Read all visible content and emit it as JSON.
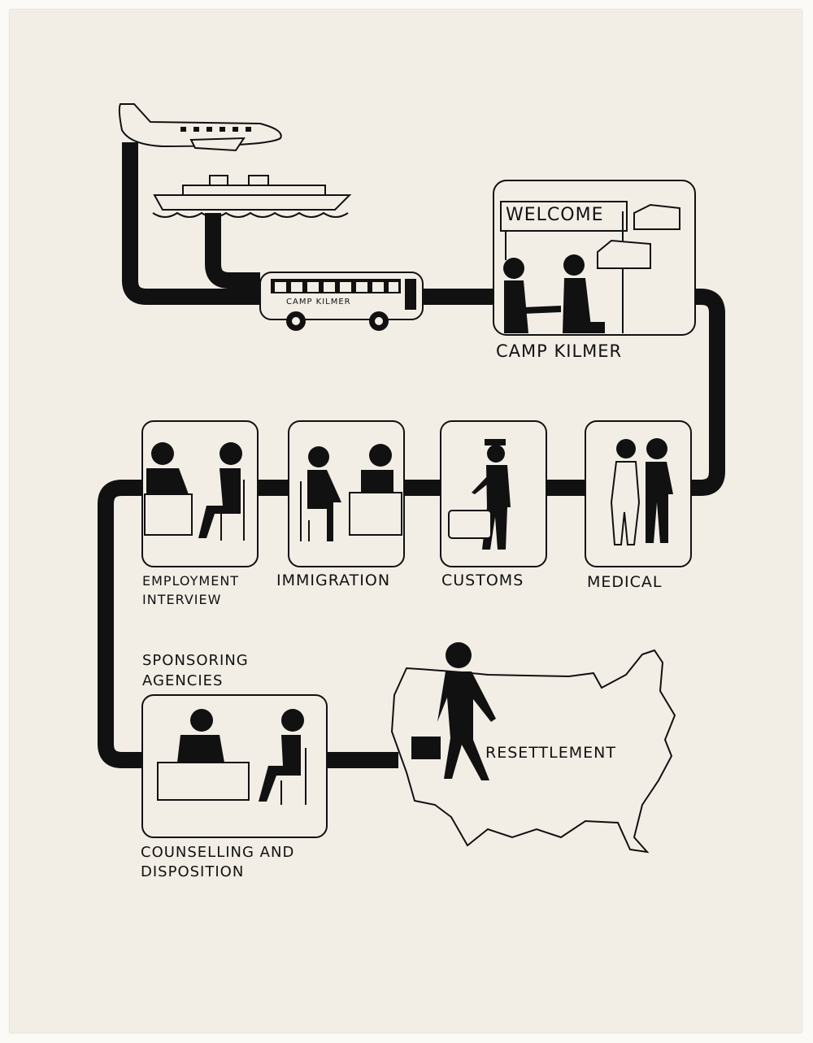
{
  "diagram": {
    "bus_sign": "CAMP KILMER",
    "welcome_sign": "WELCOME",
    "steps": [
      {
        "label": "CAMP KILMER"
      },
      {
        "label": "MEDICAL"
      },
      {
        "label": "CUSTOMS"
      },
      {
        "label": "IMMIGRATION"
      },
      {
        "label_line1": "EMPLOYMENT",
        "label_line2": "INTERVIEW"
      },
      {
        "label_line1": "COUNSELLING AND",
        "label_line2": "DISPOSITION",
        "caption_line1": "SPONSORING",
        "caption_line2": "AGENCIES"
      },
      {
        "label": "RESETTLEMENT"
      }
    ]
  }
}
